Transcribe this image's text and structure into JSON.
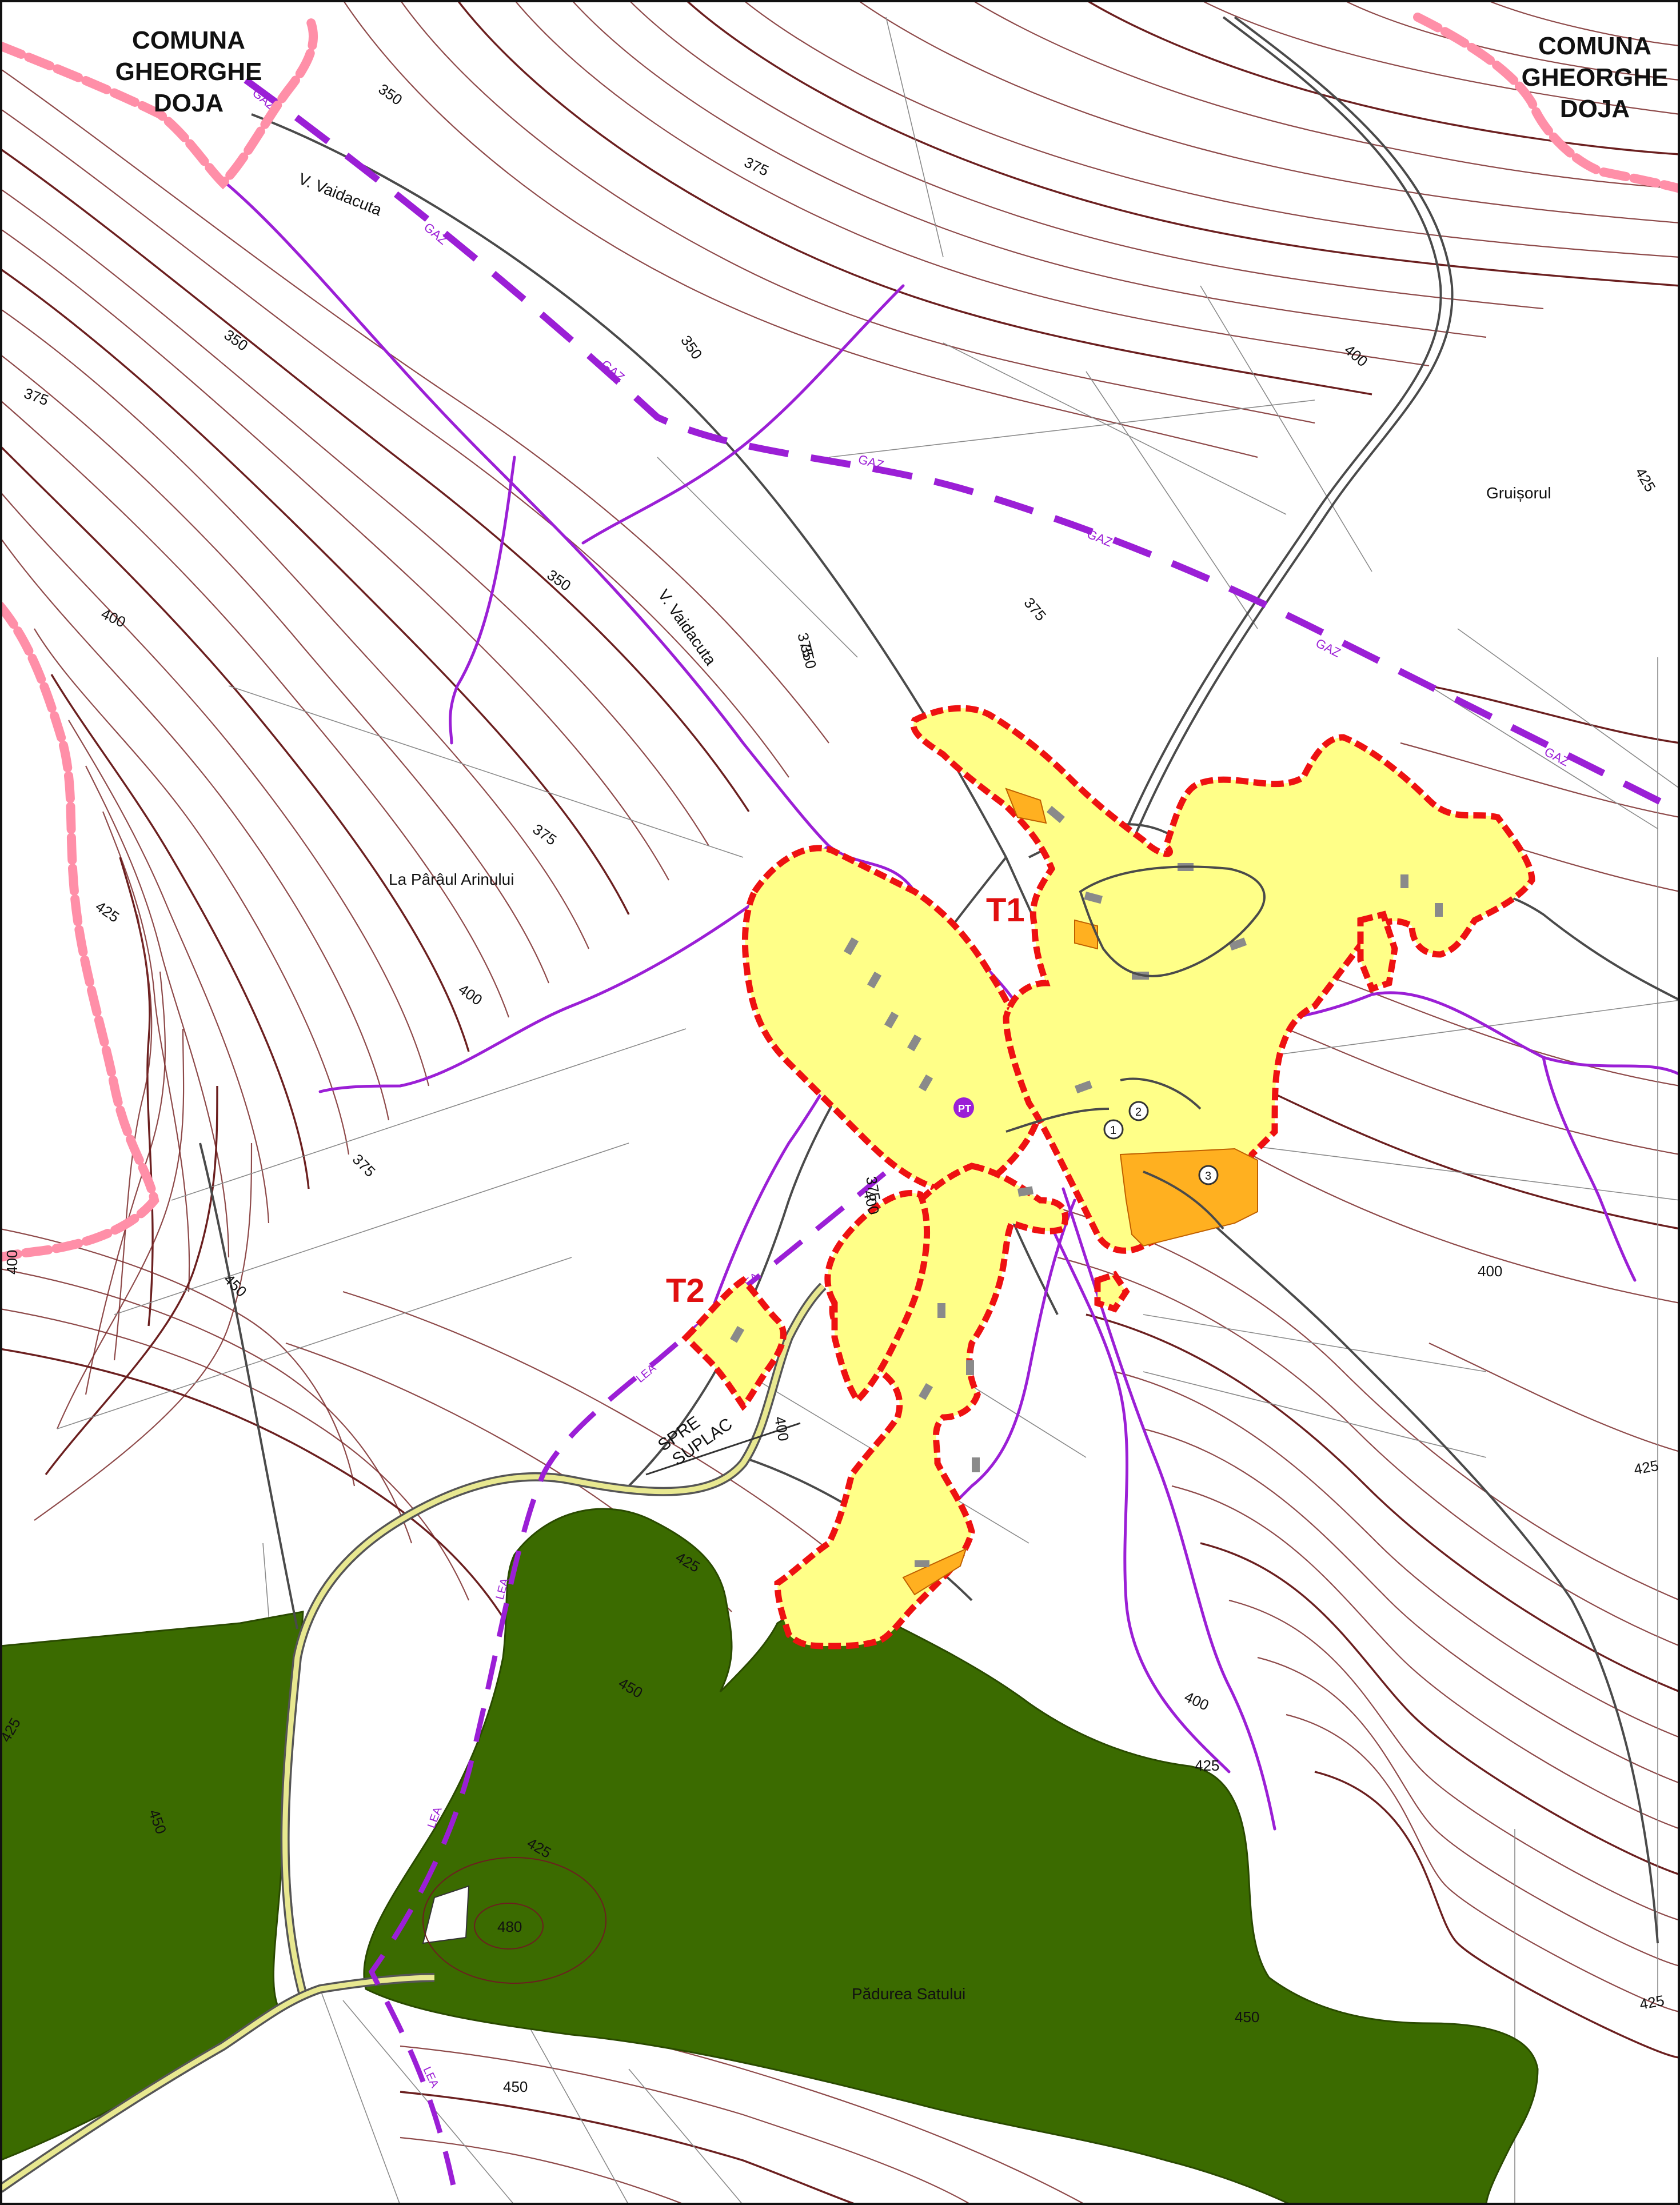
{
  "map": {
    "comuna_labels": [
      {
        "lines": [
          "COMUNA",
          "GHEORGHE",
          "DOJA"
        ]
      },
      {
        "lines": [
          "COMUNA",
          "GHEORGHE",
          "DOJA"
        ]
      }
    ],
    "place_names": {
      "valley_1": "V. Vaidacuta",
      "valley_2": "V. Vaidacuta",
      "la_paraul": "La Pârâul Arinului",
      "gruisorul": "Gruișorul",
      "padurea": "Pădurea Satului",
      "spre": "SPRE",
      "suplac": "SUPLAC"
    },
    "territory_labels": {
      "t1": "T1",
      "t2": "T2"
    },
    "utility_labels": {
      "gas": "GAZ",
      "lea": "LEA",
      "pt": "PT"
    },
    "markers": [
      "1",
      "2",
      "3"
    ],
    "contour_values": [
      "350",
      "375",
      "350",
      "375",
      "350",
      "375",
      "375",
      "400",
      "400",
      "375",
      "400",
      "350",
      "350",
      "375",
      "425",
      "400",
      "425",
      "425",
      "450",
      "400",
      "375",
      "400",
      "425",
      "450",
      "480",
      "425",
      "450",
      "400",
      "425",
      "400",
      "425",
      "450",
      "450",
      "425"
    ],
    "colors": {
      "intravilan_fill": "#ffff88",
      "intravilan_border": "#ee1111",
      "forest": "#3b6b00",
      "stream": "#9b1fd6",
      "commune_limit": "#ff8fa8",
      "orange_zone": "#ffb020"
    }
  }
}
